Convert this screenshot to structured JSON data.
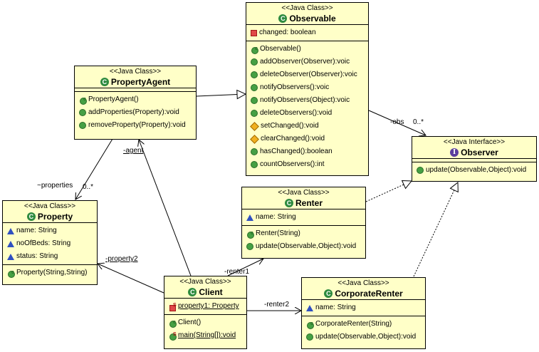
{
  "diagram": {
    "classes": [
      {
        "id": "observable",
        "stereotype": "<<Java Class>>",
        "name": "Observable",
        "kind": "class",
        "attributes": [
          {
            "vis": "private",
            "text": "changed: boolean"
          }
        ],
        "operations": [
          {
            "vis": "ctor",
            "text": "Observable()"
          },
          {
            "vis": "public",
            "text": "addObserver(Observer):voic"
          },
          {
            "vis": "public",
            "text": "deleteObserver(Observer):voic"
          },
          {
            "vis": "public",
            "text": "notifyObservers():voic"
          },
          {
            "vis": "public",
            "text": "notifyObservers(Object):voic"
          },
          {
            "vis": "public",
            "text": "deleteObservers():void"
          },
          {
            "vis": "protected",
            "text": "setChanged():void"
          },
          {
            "vis": "protected",
            "text": "clearChanged():void"
          },
          {
            "vis": "public",
            "text": "hasChanged():boolean"
          },
          {
            "vis": "public",
            "text": "countObservers():int"
          }
        ]
      },
      {
        "id": "propertyagent",
        "stereotype": "<<Java Class>>",
        "name": "PropertyAgent",
        "kind": "class",
        "attributes": [],
        "operations": [
          {
            "vis": "ctor",
            "text": "PropertyAgent()"
          },
          {
            "vis": "public",
            "text": "addProperties(Property):void"
          },
          {
            "vis": "public",
            "text": "removeProperty(Property):void"
          }
        ]
      },
      {
        "id": "observer",
        "stereotype": "<<Java Interface>>",
        "name": "Observer",
        "kind": "interface",
        "attributes": [],
        "operations": [
          {
            "vis": "public",
            "text": "update(Observable,Object):void"
          }
        ]
      },
      {
        "id": "property",
        "stereotype": "<<Java Class>>",
        "name": "Property",
        "kind": "class",
        "attributes": [
          {
            "vis": "package",
            "text": "name: String"
          },
          {
            "vis": "package",
            "text": "noOfBeds: String"
          },
          {
            "vis": "package",
            "text": "status: String"
          }
        ],
        "operations": [
          {
            "vis": "ctor",
            "text": "Property(String,String)"
          }
        ]
      },
      {
        "id": "renter",
        "stereotype": "<<Java Class>>",
        "name": "Renter",
        "kind": "class",
        "attributes": [
          {
            "vis": "package",
            "text": "name: String"
          }
        ],
        "operations": [
          {
            "vis": "ctor",
            "text": "Renter(String)"
          },
          {
            "vis": "public",
            "text": "update(Observable,Object):void"
          }
        ]
      },
      {
        "id": "client",
        "stereotype": "<<Java Class>>",
        "name": "Client",
        "kind": "class",
        "attributes": [
          {
            "vis": "static-private",
            "text": "property1: Property",
            "underline": true
          }
        ],
        "operations": [
          {
            "vis": "ctor",
            "text": "Client()"
          },
          {
            "vis": "static-public",
            "text": "main(String[]):void",
            "underline": true
          }
        ]
      },
      {
        "id": "corporaterenter",
        "stereotype": "<<Java Class>>",
        "name": "CorporateRenter",
        "kind": "class",
        "attributes": [
          {
            "vis": "package",
            "text": "name: String"
          }
        ],
        "operations": [
          {
            "vis": "ctor",
            "text": "CorporateRenter(String)"
          },
          {
            "vis": "public",
            "text": "update(Observable,Object):void"
          }
        ]
      }
    ],
    "labels": {
      "obs": "-obs",
      "obs_mult": "0..*",
      "agent": "-agent",
      "properties": "~properties",
      "properties_mult": "0..*",
      "property2": "-property2",
      "renter1": "-renter1",
      "renter2": "-renter2"
    },
    "colors": {
      "class_fill": "#ffffc8",
      "border": "#000000",
      "class_icon": "#2e8b3f",
      "interface_icon": "#5a3e9e"
    }
  }
}
